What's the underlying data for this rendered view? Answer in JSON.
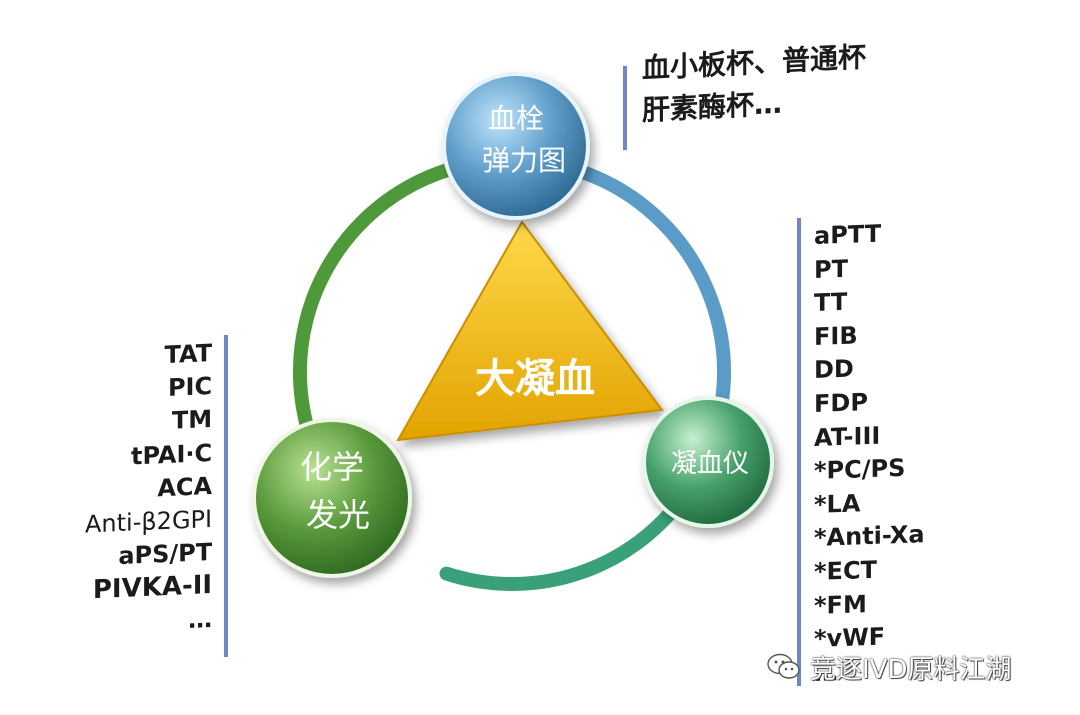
{
  "center_label": "大凝血",
  "nodes": {
    "top": {
      "lines": [
        "血栓",
        "弹力图"
      ],
      "colors": [
        "#9fd0ef",
        "#3d7aa6"
      ]
    },
    "right": {
      "lines": [
        "凝血仪"
      ],
      "colors": [
        "#a8e0b4",
        "#2f8a57"
      ]
    },
    "left": {
      "lines": [
        "化学",
        "发光"
      ],
      "colors": [
        "#9fd07a",
        "#3d7d2a"
      ]
    }
  },
  "colors": {
    "triangle_light": "#ffcf35",
    "triangle_dark": "#c98f00",
    "ring_green": "#4e9a3b",
    "ring_blue": "#5b9bc8",
    "ring_teal": "#3aa07a",
    "bar": "#6f86c8"
  },
  "top_items": [
    "血小板杯、普通杯",
    "肝素酶杯…"
  ],
  "right_items": [
    "aPTT",
    "PT",
    "TT",
    "FIB",
    "DD",
    "FDP",
    "AT-III",
    "*PC/PS",
    "*LA",
    "*Anti-Xa",
    "*ECT",
    "*FM",
    "*vWF",
    "…"
  ],
  "left_items": [
    "TAT",
    "PIC",
    "TM",
    "tPAI·C",
    "ACA",
    "Anti-β2GPI",
    "aPS/PT",
    "PIVKA-II",
    "…"
  ],
  "watermark": {
    "text": "竞逐IVD原料江湖",
    "icon": "wechat-icon"
  }
}
